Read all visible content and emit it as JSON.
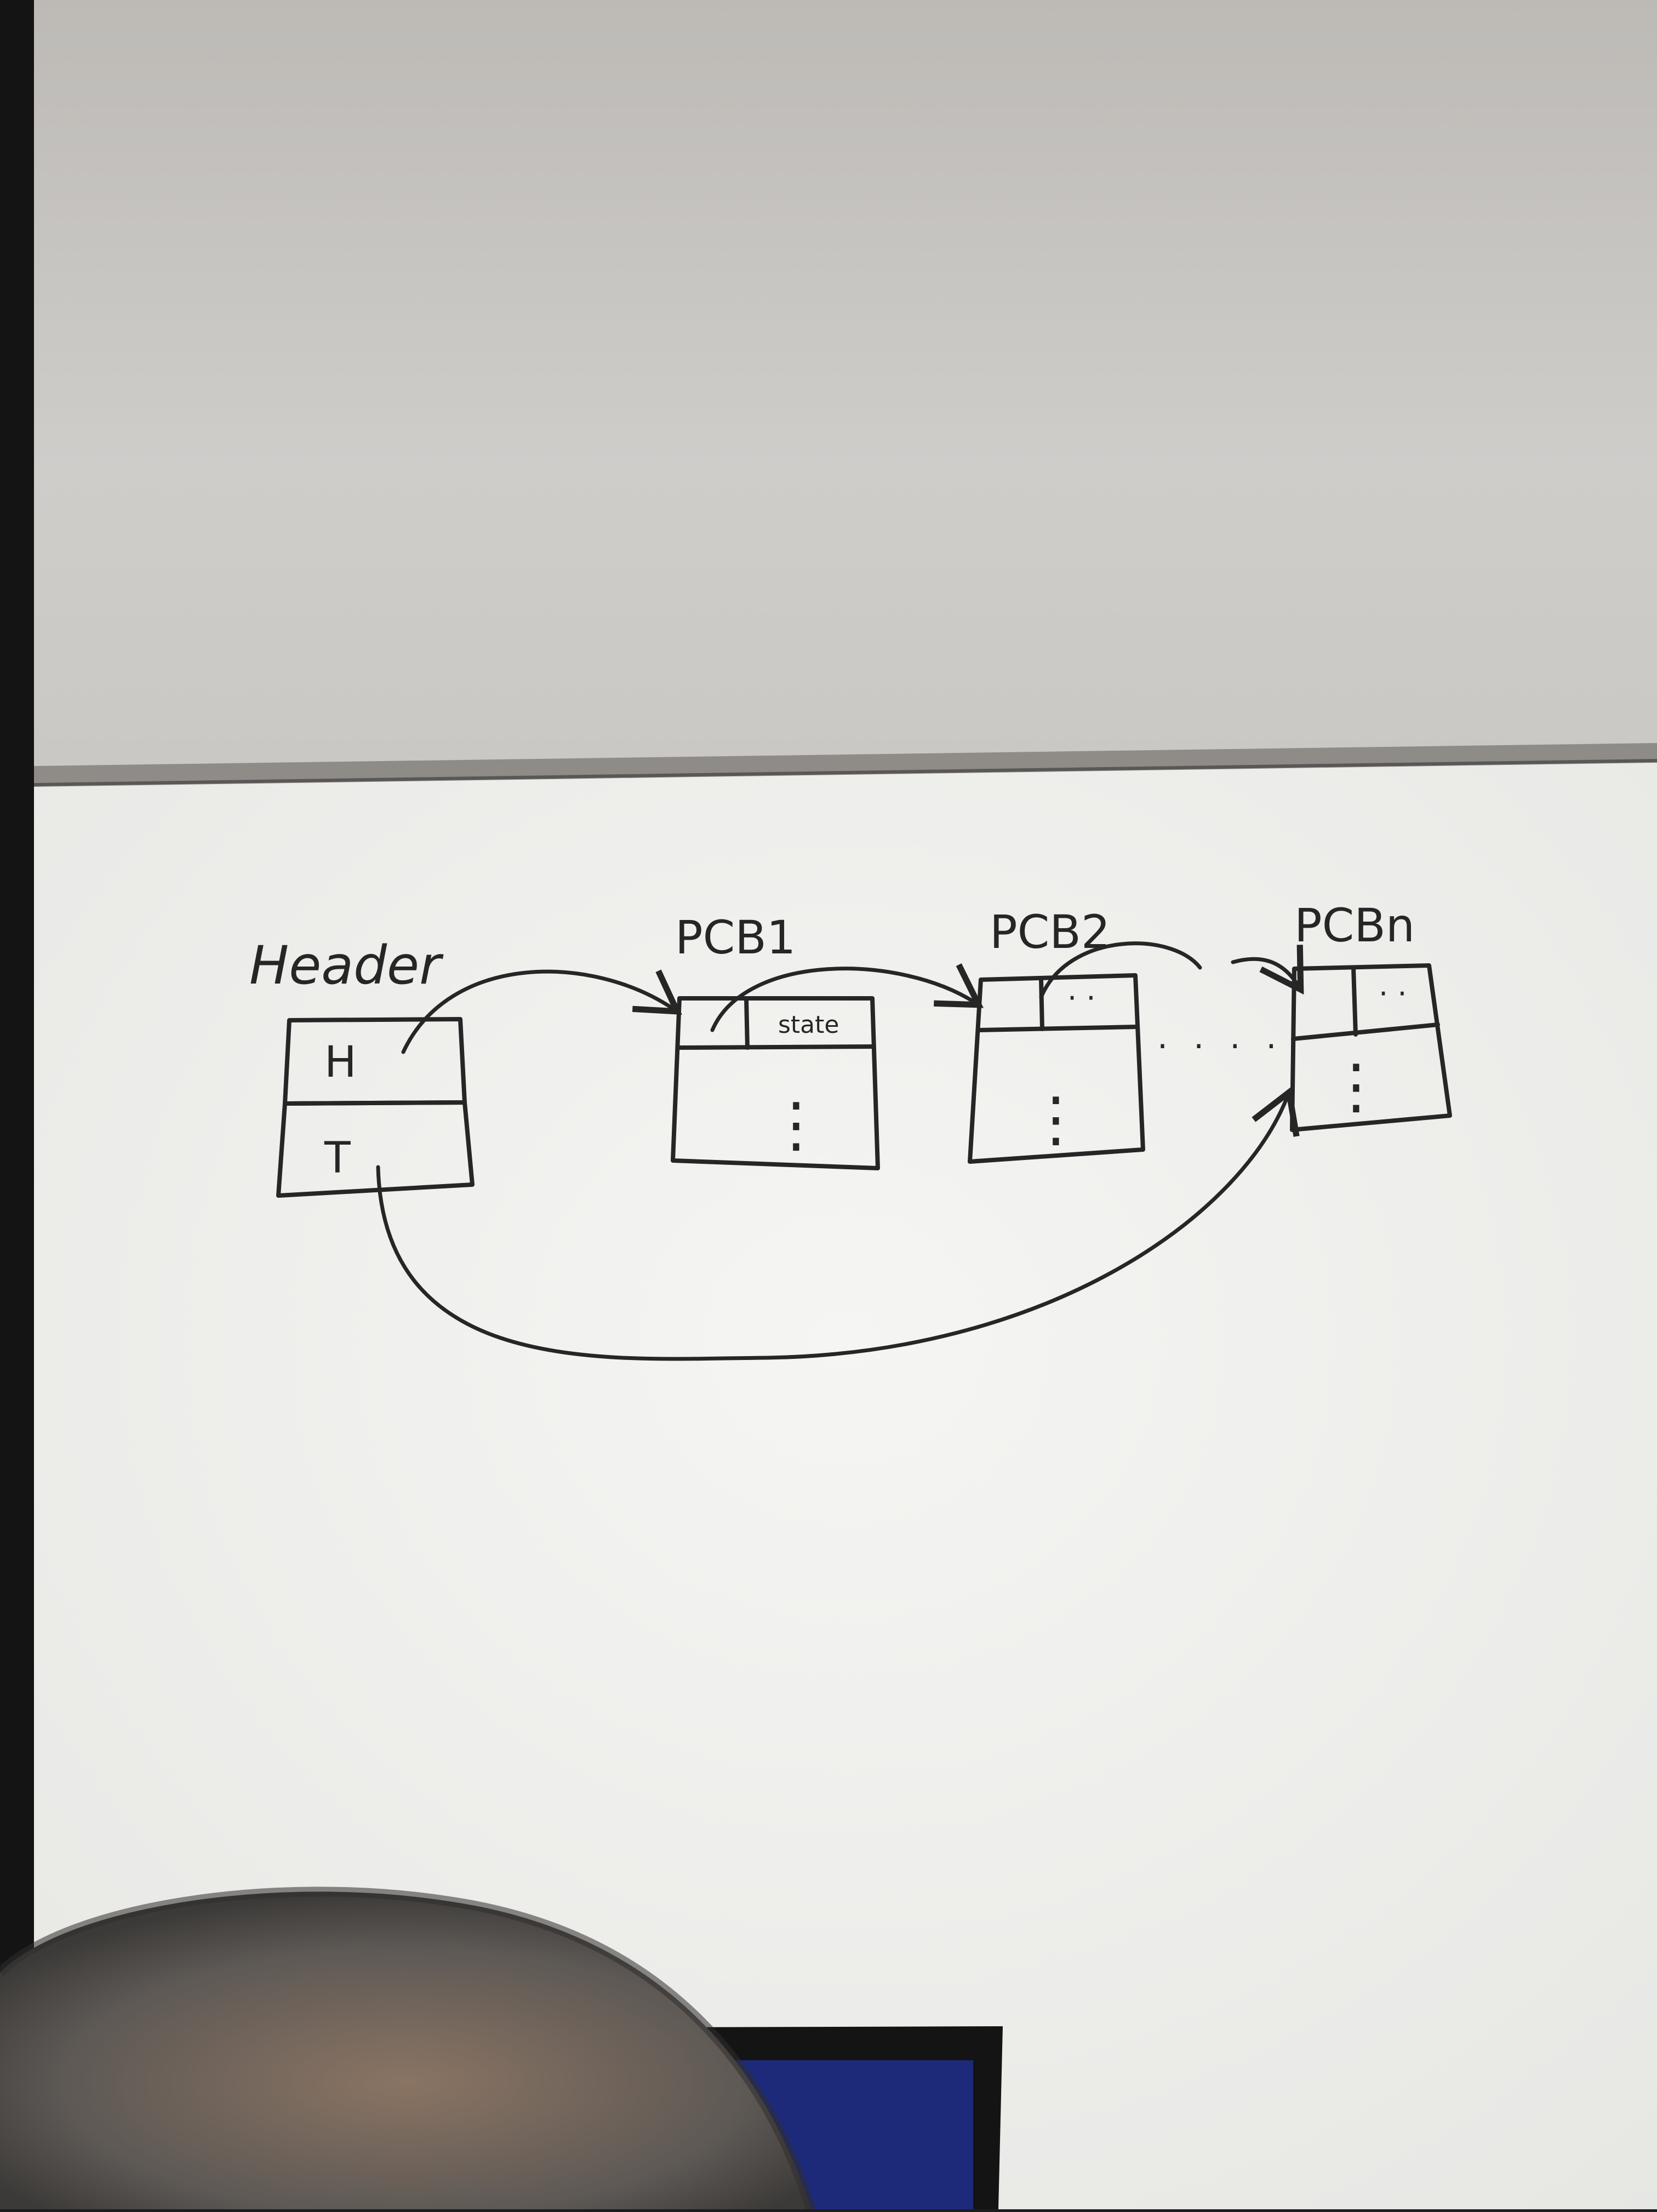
{
  "photo": {
    "subject": "whiteboard",
    "colors": {
      "wall": "#cfcdca",
      "board": "#efefed",
      "ink": "#262626",
      "frame": "#141414",
      "hair": "#6d6a66",
      "laptop": "#1d2a7a"
    }
  },
  "diagram": {
    "header": {
      "title": "Header",
      "head_field": "H",
      "tail_field": "T"
    },
    "nodes": [
      {
        "title": "PCB1",
        "field_label": "state",
        "ellipsis": "⋮"
      },
      {
        "title": "PCB2",
        "field_label": "· ·",
        "ellipsis": "⋮"
      },
      {
        "title": "PCBn",
        "field_label": "· ·",
        "ellipsis": "⋮"
      }
    ],
    "gap_marker": "· · · ·",
    "arrows": [
      {
        "from": "H",
        "to": "PCB1"
      },
      {
        "from": "PCB1",
        "to": "PCB2"
      },
      {
        "from": "PCB2",
        "to": "PCBn"
      },
      {
        "from": "T",
        "to": "PCBn"
      }
    ]
  }
}
